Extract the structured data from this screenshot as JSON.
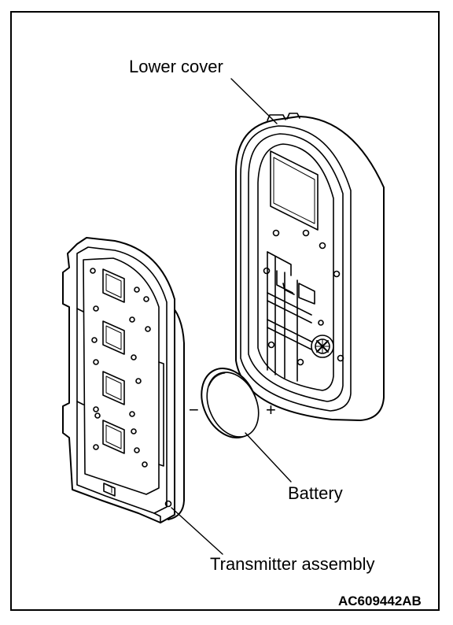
{
  "labels": {
    "lower_cover": "Lower cover",
    "battery": "Battery",
    "transmitter_assembly": "Transmitter assembly",
    "minus": "−",
    "plus": "+",
    "figure_code": "AC609442AB"
  }
}
